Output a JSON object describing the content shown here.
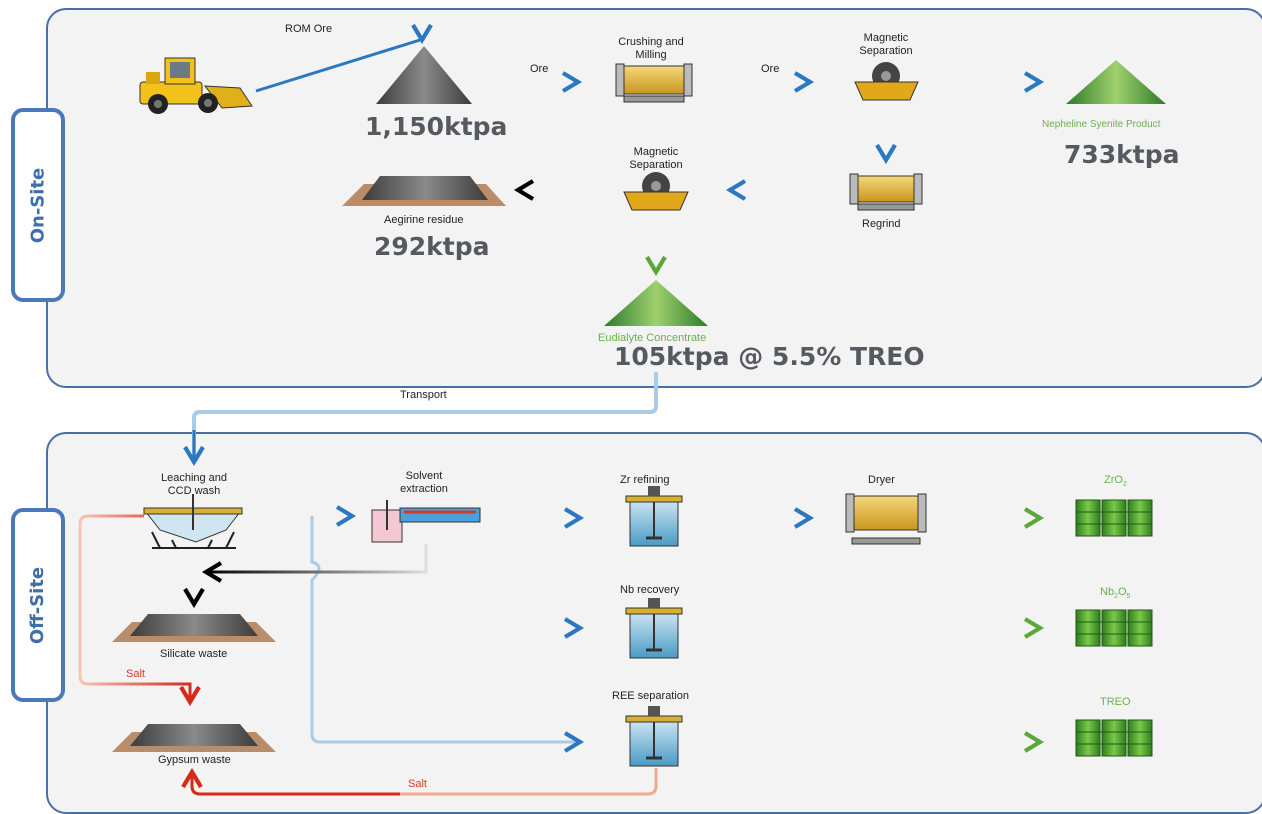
{
  "panels": {
    "onsite_label": "On-Site",
    "offsite_label": "Off-Site"
  },
  "onsite": {
    "rom_ore": "ROM Ore",
    "ore_1": "Ore",
    "ore_2": "Ore",
    "rom_tonnage": "1,150ktpa",
    "crushing": "Crushing and\nMilling",
    "mag_sep_1": "Magnetic\nSeparation",
    "mag_sep_2": "Magnetic\nSeparation",
    "regrind": "Regrind",
    "nepheline": "Nepheline Syenite Product",
    "nepheline_tonnage": "733ktpa",
    "aegirine": "Aegirine residue",
    "aegirine_tonnage": "292ktpa",
    "eudialyte": "Eudialyte Concentrate",
    "eudialyte_tonnage": "105ktpa @ 5.5% TREO"
  },
  "transport": "Transport",
  "offsite": {
    "leaching": "Leaching and\nCCD wash",
    "solvent": "Solvent\nextraction",
    "zr_refining": "Zr refining",
    "dryer": "Dryer",
    "zro2": "ZrO",
    "zro2_sub": "2",
    "nb_recovery": "Nb recovery",
    "nb2o5_a": "Nb",
    "nb2o5_sub1": "2",
    "nb2o5_b": "O",
    "nb2o5_sub2": "5",
    "ree_sep": "REE separation",
    "treo": "TREO",
    "silicate": "Silicate waste",
    "gypsum": "Gypsum waste",
    "salt_1": "Salt",
    "salt_2": "Salt"
  },
  "colors": {
    "blue_arrow": "#2a78bf",
    "green_arrow": "#5aa83a",
    "red_arrow": "#d42a1a",
    "panel_border": "#4a6fa5"
  }
}
